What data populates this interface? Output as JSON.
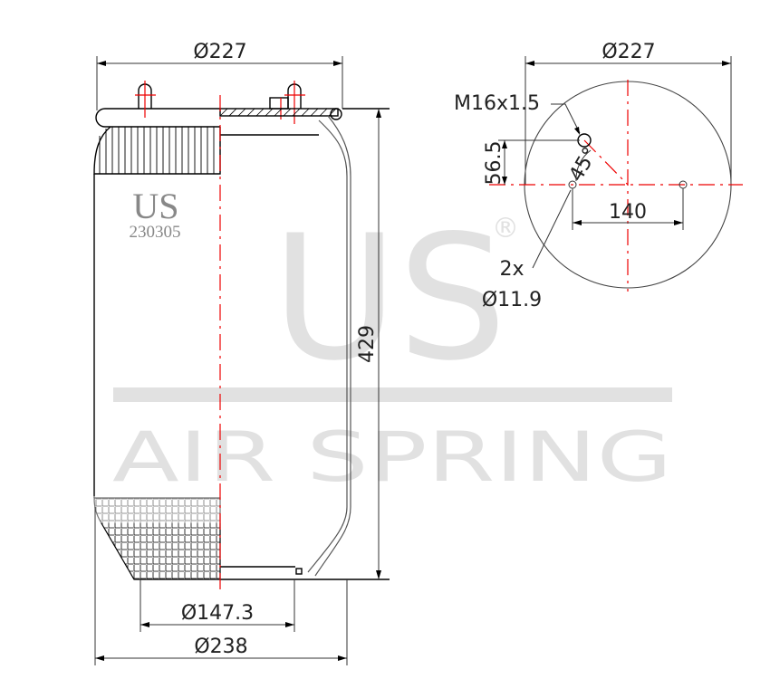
{
  "watermark": {
    "brand": "US",
    "registered": "®",
    "tagline": "AIR SPRING"
  },
  "side_view": {
    "logo": "US",
    "part_number": "230305",
    "top_diameter": "Ø227",
    "height": "429",
    "piston_diameter": "Ø147.3",
    "max_diameter": "Ø238"
  },
  "top_view": {
    "plate_diameter": "Ø227",
    "thread": "M16x1.5",
    "offset": "56.5",
    "angle": "45°",
    "bolt_spacing": "140",
    "hole_count": "2x",
    "hole_diameter": "Ø11.9"
  },
  "colors": {
    "outline": "#000000",
    "centerline": "#e00000",
    "watermark": "#e1e1e1"
  }
}
